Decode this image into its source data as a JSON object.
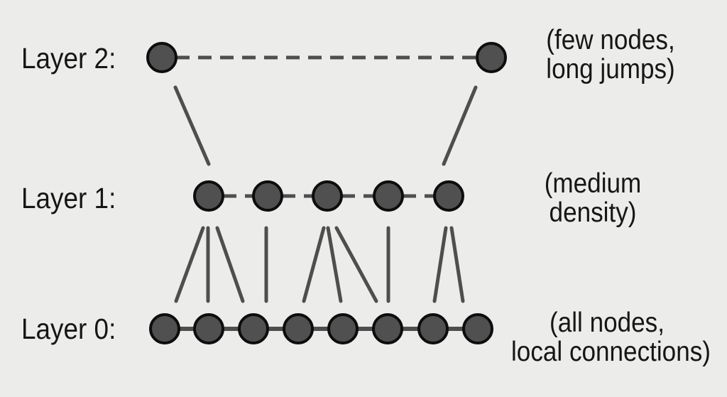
{
  "layers": [
    {
      "label": "Layer 2:",
      "note_lines": [
        "(few nodes,",
        "long jumps)"
      ],
      "node_count": 2,
      "edge_style": "dashed"
    },
    {
      "label": "Layer 1:",
      "note_lines": [
        "(medium",
        "density)"
      ],
      "node_count": 5,
      "edge_style": "dashed"
    },
    {
      "label": "Layer 0:",
      "note_lines": [
        "(all nodes,",
        "local connections)"
      ],
      "node_count": 8,
      "edge_style": "solid"
    }
  ],
  "colors": {
    "background": "#ececeb",
    "node_fill": "#505050",
    "node_stroke": "#0d0d0d",
    "line": "#4e4e4e",
    "text": "#161616"
  }
}
